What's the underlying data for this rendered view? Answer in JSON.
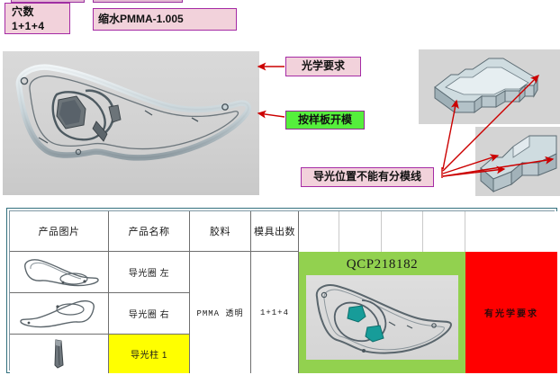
{
  "header": {
    "cavity_box": {
      "line1": "穴数",
      "line2": "1+1+4"
    },
    "shrink_box": {
      "label": "缩水PMMA-1.005"
    }
  },
  "callouts": {
    "optical_requirement": "光学要求",
    "mold_by_sample": "按样板开模",
    "no_parting_line": "导光位置不能有分模线"
  },
  "viewports": {
    "main_part_view": "light-guide-ring-3d-model",
    "detail_view_top": "mold-block-isometric-top",
    "detail_view_bottom": "mold-block-isometric-zoom"
  },
  "table": {
    "headers": [
      "产品图片",
      "产品名称",
      "胶料",
      "模具出数"
    ],
    "rows": [
      {
        "image": "light-guide-ring-left-thumb",
        "name": "导光圈  左"
      },
      {
        "image": "light-guide-ring-right-thumb",
        "name": "导光圈  右"
      },
      {
        "image": "light-guide-pillar-thumb",
        "name": "导光柱 1"
      }
    ],
    "material": "PMMA  透明",
    "cavity_count": "1+1+4",
    "part_number": "QCP218182",
    "optical_note": "有光学要求"
  },
  "colors": {
    "callout_pink": "#f2d2db",
    "callout_border": "#a52ba5",
    "callout_green": "#55ef3c",
    "arrow_red": "#cc0000",
    "table_border": "#33707e",
    "green_band": "#00a06a",
    "green_panel": "#92d14f",
    "red_panel": "#ff0000",
    "yellow_cell": "#ffff00"
  }
}
